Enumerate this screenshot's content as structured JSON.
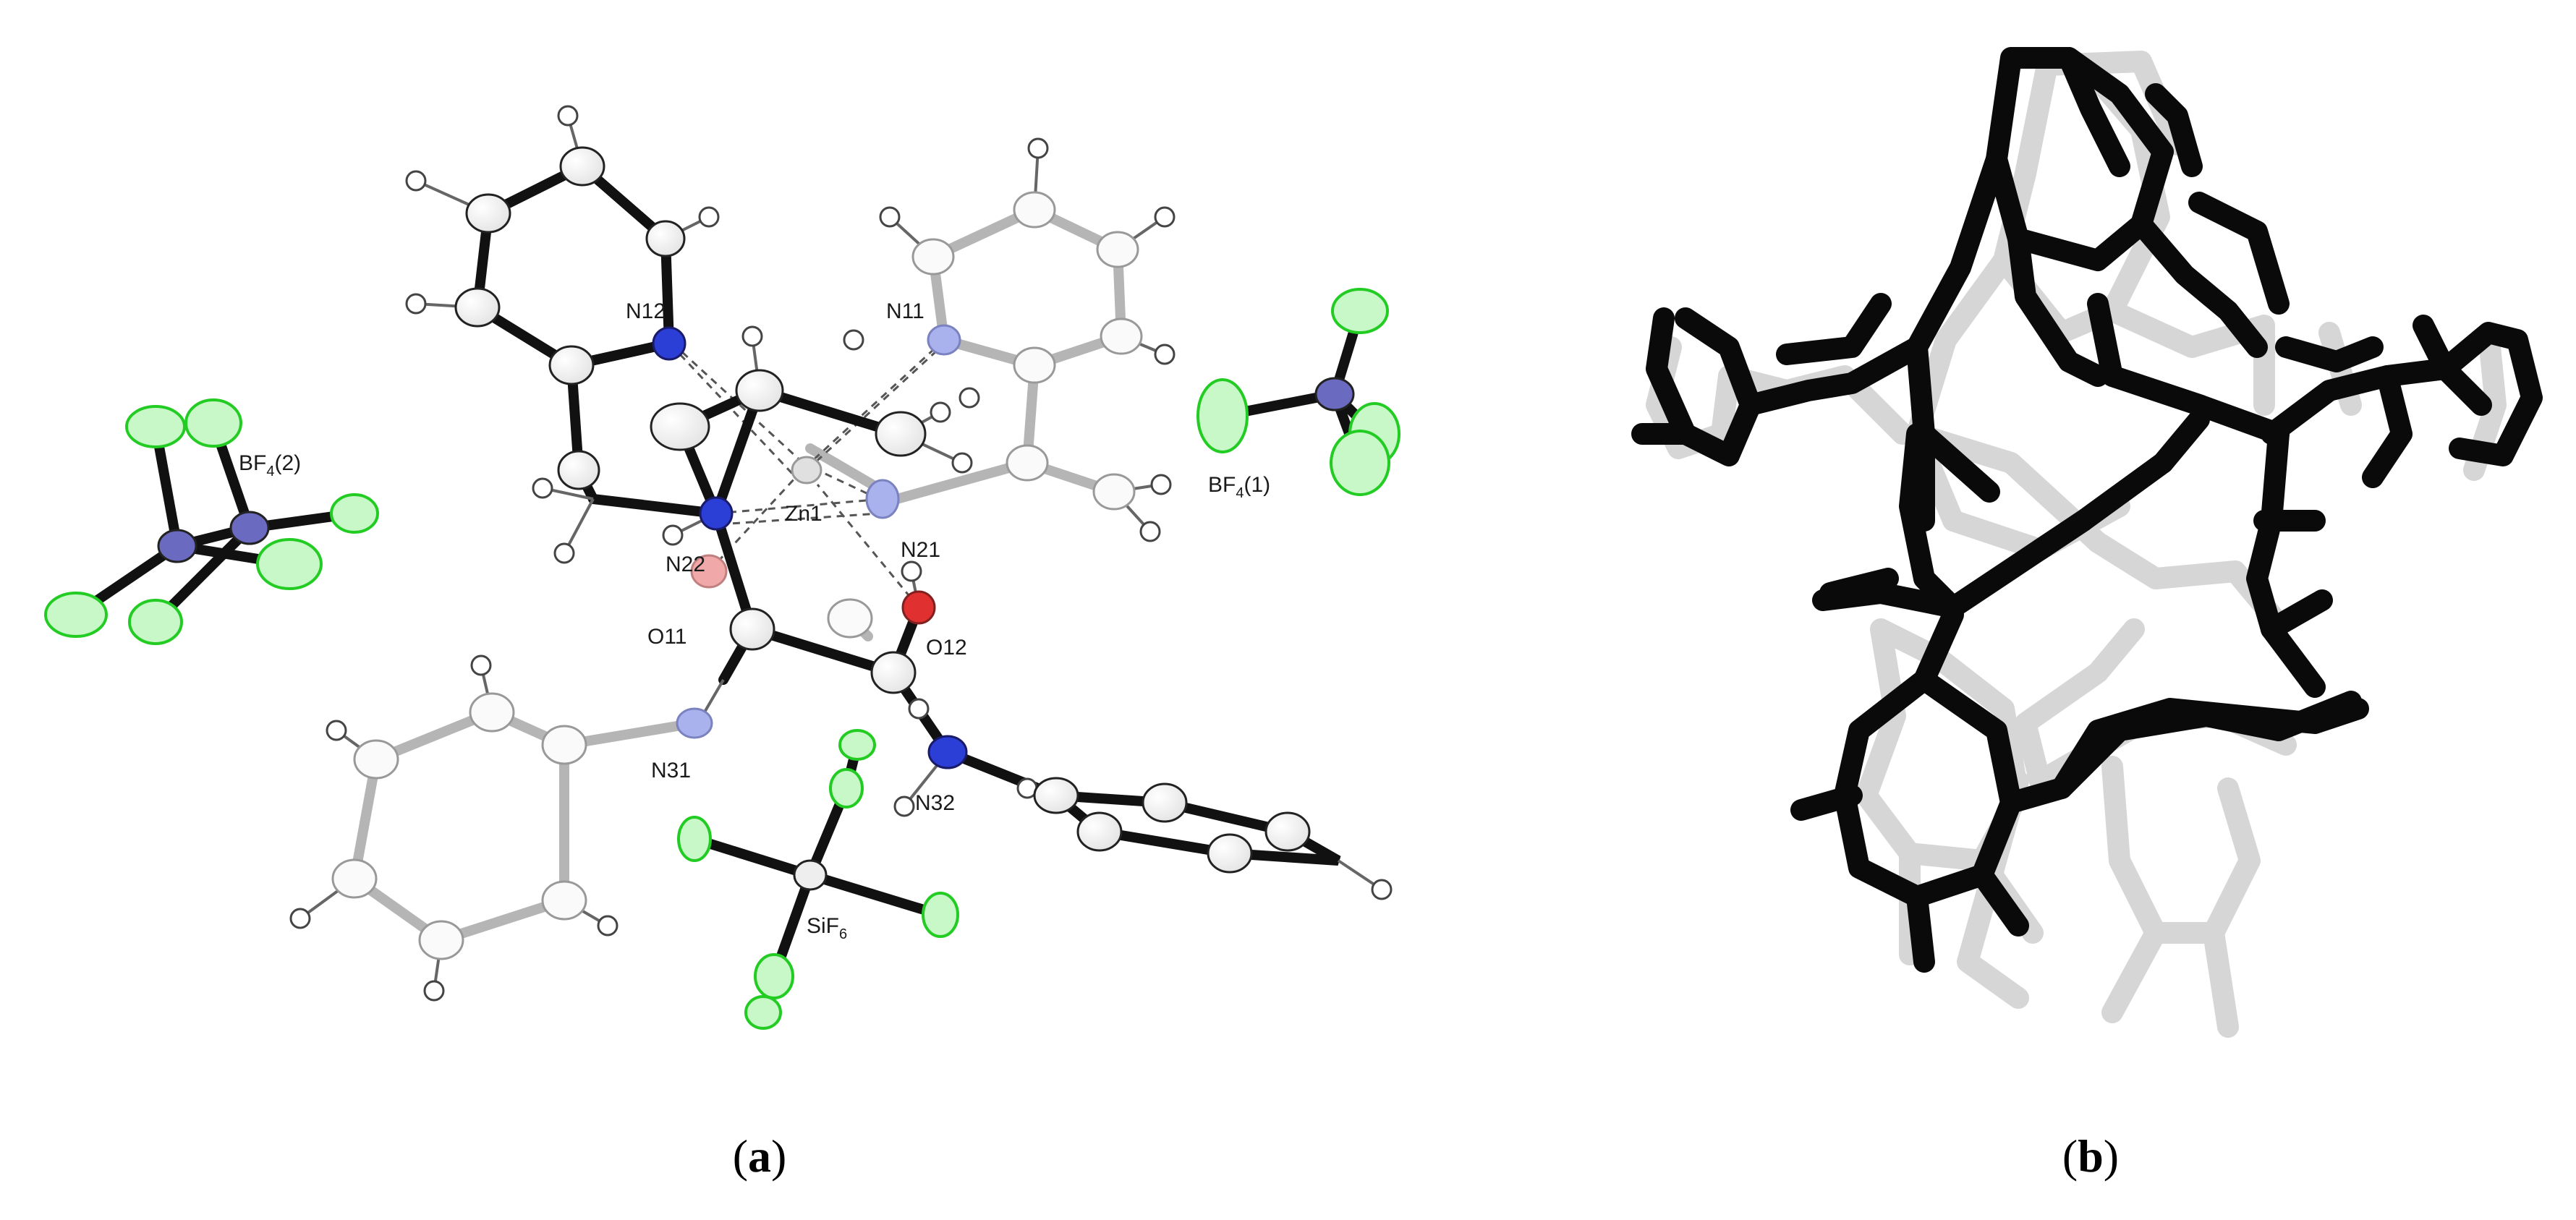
{
  "panels": [
    {
      "id": "a",
      "caption_open": "(",
      "caption_letter": "a",
      "caption_close": ")",
      "atom_labels": [
        "N12",
        "N11",
        "Zn1",
        "N22",
        "N21",
        "O11",
        "O12",
        "N31",
        "N32"
      ],
      "ion_labels": {
        "bf4_2": {
          "main": "BF",
          "sub": "4",
          "suffix": "(2)"
        },
        "bf4_1": {
          "main": "BF",
          "sub": "4",
          "suffix": "(1)"
        },
        "sif6": {
          "main": "SiF",
          "sub": "6",
          "suffix": ""
        }
      }
    },
    {
      "id": "b",
      "caption_open": "(",
      "caption_letter": "b",
      "caption_close": ")"
    }
  ],
  "colors": {
    "bond_dark": "#111111",
    "bond_light": "#b8b8b8",
    "nitrogen": "#2b3fd6",
    "nitrogen_faded": "#aab2ee",
    "oxygen": "#e03030",
    "oxygen_faded": "#f0a8a8",
    "fluorine": "#22dd22",
    "boron": "#4a4aa8",
    "overlay_dark": "#0a0a0a",
    "overlay_light": "#d8d8d8"
  }
}
